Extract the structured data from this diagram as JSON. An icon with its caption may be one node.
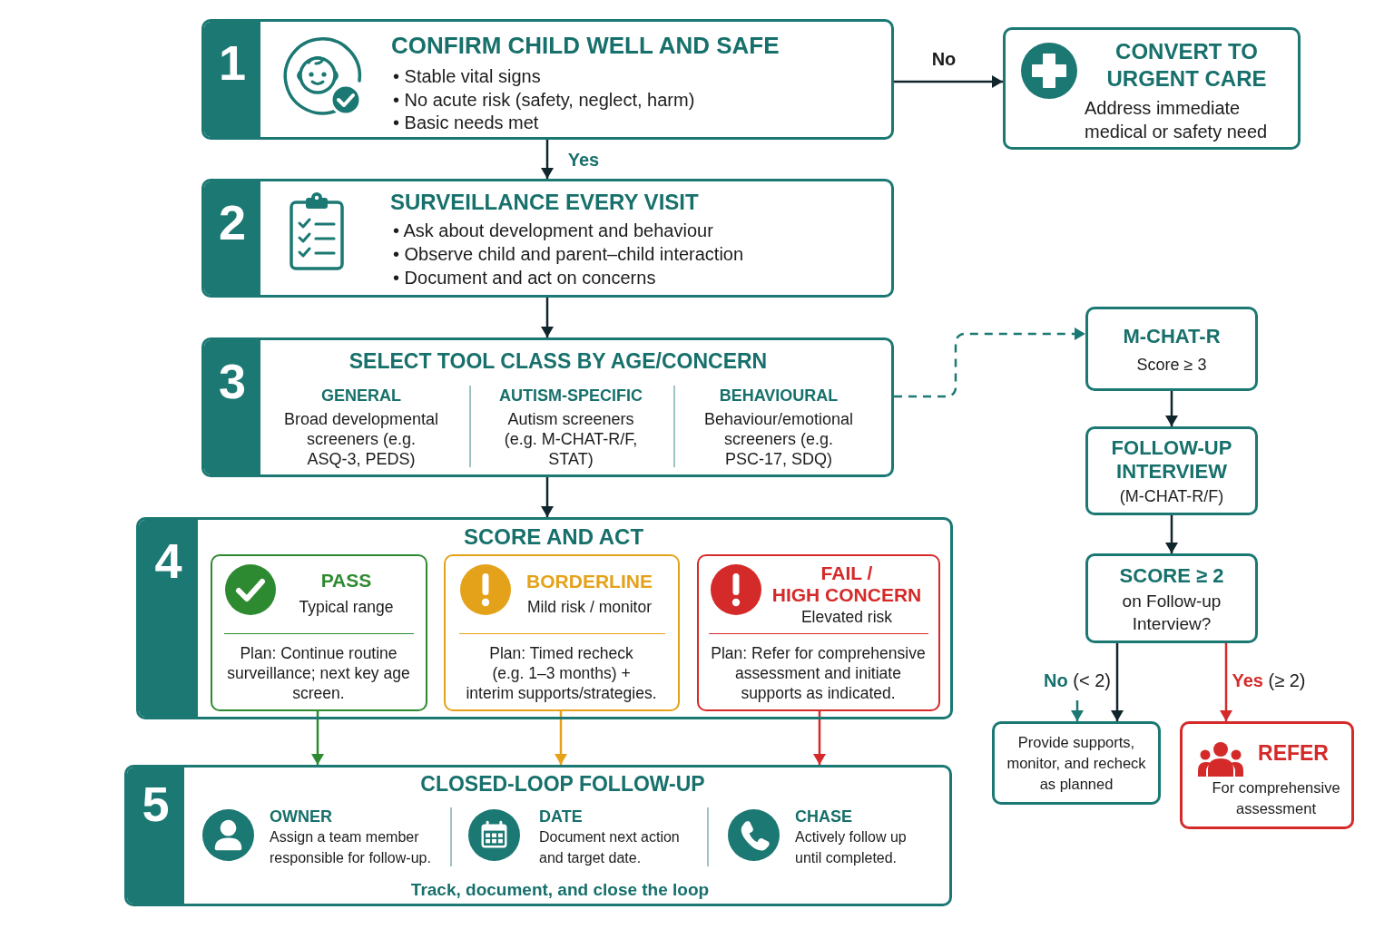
{
  "diagram": {
    "nodes": [
      {
        "text": [
          "1",
          "CONFIRM CHILD WELL AND SAFE",
          "• Stable vital signs",
          "• No acute risk (safety, neglect, harm)",
          "• Basic needs met"
        ]
      },
      {
        "text": [
          "CONVERT TO URGENT CARE",
          "Address immediate medical or safety need"
        ]
      },
      {
        "text": [
          "2",
          "SURVEILLANCE EVERY VISIT",
          "• Ask about development and behaviour",
          "• Observe child and parent–child interaction",
          "• Document and act on concerns"
        ]
      },
      {
        "text": [
          "3",
          "SELECT TOOL CLASS BY AGE/CONCERN",
          "GENERAL",
          "Broad developmental screeners (e.g. ASQ-3, PEDS)",
          "AUTISM-SPECIFIC",
          "Autism screeners (e.g. M-CHAT-R/F, STAT)",
          "BEHAVIOURAL",
          "Behaviour/emotional screeners (e.g. PSC-17, SDQ)"
        ]
      },
      {
        "text": [
          "M-CHAT-R",
          "Score ≥ 3"
        ]
      },
      {
        "text": [
          "FOLLOW-UP INTERVIEW",
          "(M-CHAT-R/F)"
        ]
      },
      {
        "text": [
          "SCORE ≥ 2",
          "on Follow-up Interview?"
        ]
      },
      {
        "text": [
          "4",
          "SCORE AND ACT"
        ]
      },
      {
        "text": [
          "PASS",
          "Typical range",
          "Plan: Continue routine surveillance; next key age screen."
        ],
        "in": 7
      },
      {
        "text": [
          "BORDERLINE",
          "Mild risk / monitor",
          "Plan: Timed recheck (e.g. 1–3 months) + interim supports/strategies."
        ],
        "in": 7
      },
      {
        "text": [
          "FAIL / HIGH CONCERN",
          "Elevated risk",
          "Plan: Refer for comprehensive assessment and initiate supports as indicated."
        ],
        "in": 7
      },
      {
        "text": [
          "Provide supports, monitor, and recheck as planned"
        ]
      },
      {
        "text": [
          "REFER",
          "For comprehensive assessment"
        ]
      },
      {
        "text": [
          "5",
          "CLOSED-LOOP FOLLOW-UP",
          "OWNER",
          "Assign a team member responsible for follow-up.",
          "DATE",
          "Document next action and target date.",
          "CHASE",
          "Actively follow up until completed.",
          "Track, document, and close the loop"
        ]
      }
    ],
    "edges": [
      {
        "from": 0,
        "to": 1,
        "arrow": "to",
        "label": "No"
      },
      {
        "from": 0,
        "to": 2,
        "arrow": "to",
        "label": "Yes"
      },
      {
        "from": 2,
        "to": 3,
        "arrow": "to"
      },
      {
        "from": 3,
        "to": 4,
        "arrow": "to",
        "style": "dashed",
        "color": "#1b7873"
      },
      {
        "from": 3,
        "to": 7,
        "arrow": "to"
      },
      {
        "from": 4,
        "to": 5,
        "arrow": "to"
      },
      {
        "from": 5,
        "to": 6,
        "arrow": "to"
      },
      {
        "from": 6,
        "to": 11,
        "arrow": "to",
        "label": "**No** (< 2)"
      },
      {
        "from": null,
        "to": 11,
        "arrow": "to",
        "color": "#1b7873"
      },
      {
        "from": 6,
        "to": 12,
        "arrow": "to",
        "label": "**Yes** (≥ 2)",
        "color": "#d42a2a"
      },
      {
        "from": 8,
        "to": 13,
        "arrow": "to",
        "color": "#2e8a30"
      },
      {
        "from": 9,
        "to": 13,
        "arrow": "to",
        "color": "#e4a21a"
      },
      {
        "from": 10,
        "to": 13,
        "arrow": "to",
        "color": "#d42a2a"
      }
    ]
  }
}
